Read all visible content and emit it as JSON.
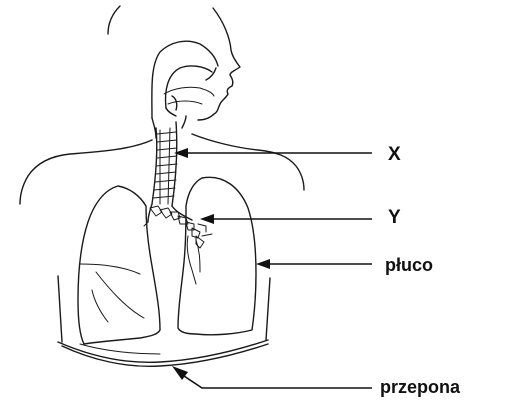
{
  "labels": {
    "x": "X",
    "y": "Y",
    "lung": "płuco",
    "diaphragm": "przepona"
  },
  "colors": {
    "line": "#1a1a1a",
    "background": "#ffffff"
  }
}
